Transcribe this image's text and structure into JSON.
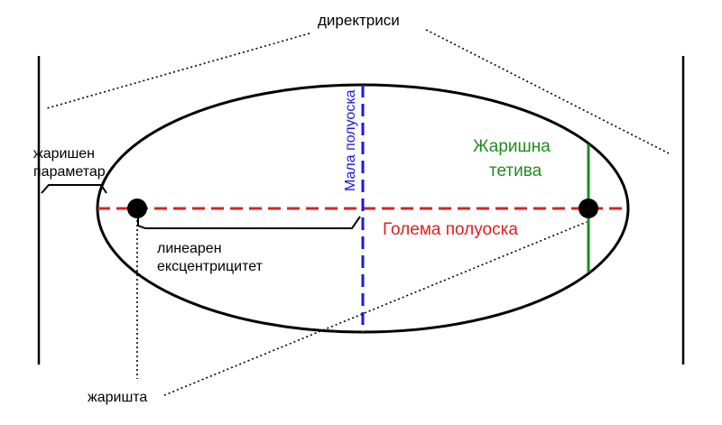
{
  "labels": {
    "directrices": "директриси",
    "semi_latus_rectum_line1": "жаришен",
    "semi_latus_rectum_line2": "параметар",
    "semi_minor_axis": "Мала полуоска",
    "focal_chord_line1": "Жаришна",
    "focal_chord_line2": "тетива",
    "semi_major_axis": "Голема полуоска",
    "linear_eccentricity_line1": "линеарен",
    "linear_eccentricity_line2": "ексцентрицитет",
    "foci": "жаришта"
  },
  "colors": {
    "major_axis": "#e02020",
    "minor_axis": "#1a1adc",
    "focal_chord": "#1e8c1e",
    "ink": "#000000"
  }
}
